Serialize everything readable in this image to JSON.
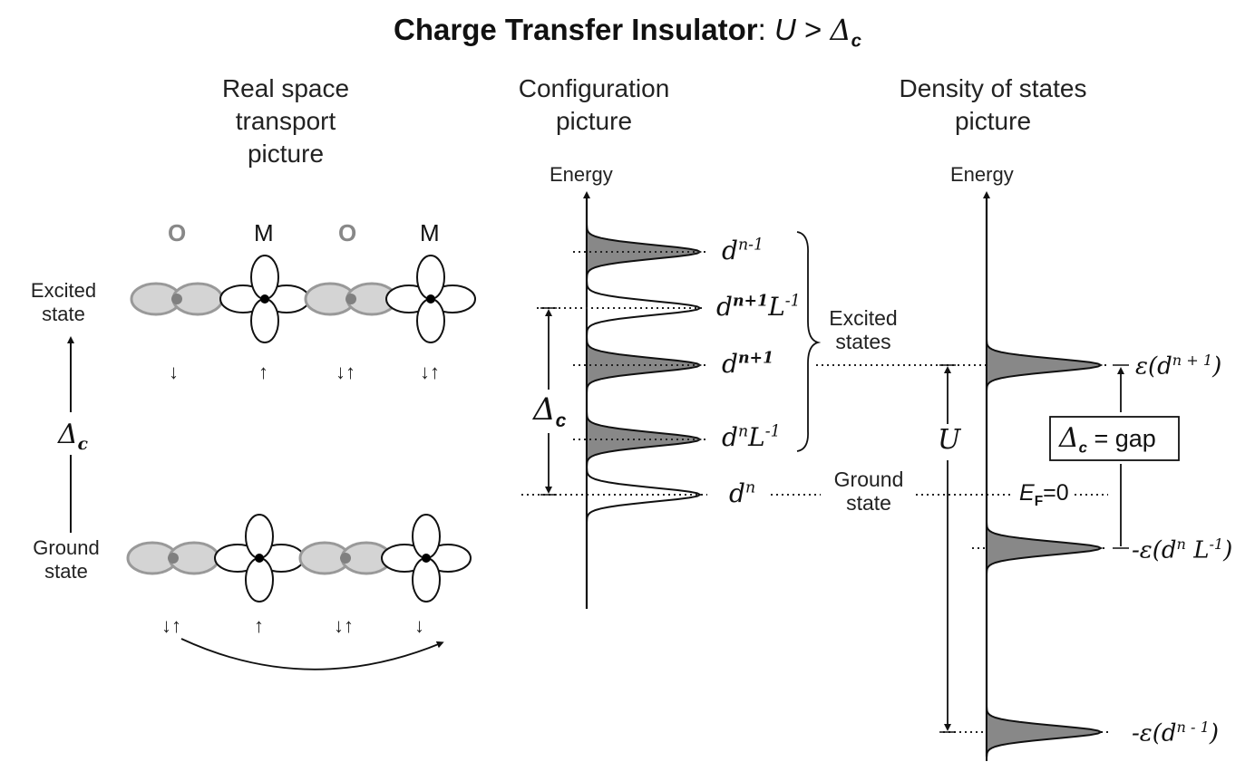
{
  "title": {
    "bold": "Charge Transfer Insulator",
    "colon": ":",
    "U": "U",
    "gt": " > ",
    "delta": "Δ",
    "delta_sub": "c"
  },
  "headers": {
    "real_space": [
      "Real space",
      "transport",
      "picture"
    ],
    "configuration": [
      "Configuration",
      "picture"
    ],
    "dos": [
      "Density of states",
      "picture"
    ]
  },
  "left": {
    "atoms": [
      "O",
      "M",
      "O",
      "M"
    ],
    "excited_state": [
      "Excited",
      "state"
    ],
    "ground_state": [
      "Ground",
      "state"
    ],
    "delta": "Δ",
    "delta_sub": "c",
    "excited_spins": [
      "↓",
      "↑",
      "↓↑",
      "↓↑"
    ],
    "ground_spins": [
      "↓↑",
      "↑",
      "↓↑",
      "↓"
    ]
  },
  "middle": {
    "energy": "Energy",
    "delta": "Δ",
    "delta_sub": "c",
    "levels": [
      {
        "base": "d",
        "sup": "n-1",
        "L": "",
        "Lsup": ""
      },
      {
        "base": "d",
        "sup": "n+1",
        "L": "L",
        "Lsup": "-1"
      },
      {
        "base": "d",
        "sup": "n+1",
        "L": "",
        "Lsup": ""
      },
      {
        "base": "d",
        "sup": "n",
        "L": "L",
        "Lsup": "-1"
      },
      {
        "base": "d",
        "sup": "n",
        "L": "",
        "Lsup": ""
      }
    ],
    "excited_states": [
      "Excited",
      "states"
    ],
    "ground_state": [
      "Ground",
      "state"
    ]
  },
  "right": {
    "energy": "Energy",
    "U": "U",
    "ef": {
      "E": "E",
      "sub": "F",
      "rest": "=0"
    },
    "gap_box": {
      "delta": "Δ",
      "sub": "c",
      "rest": " = gap"
    },
    "peaks": [
      {
        "prefix": "ε(",
        "base": "d",
        "sup": "n + 1",
        "L": "",
        "Lsup": "",
        "suffix": ")"
      },
      {
        "prefix": "-ε(",
        "base": "d",
        "sup": "n",
        "L": " L",
        "Lsup": "-1",
        "suffix": ")"
      },
      {
        "prefix": "-ε(",
        "base": "d",
        "sup": "n - 1",
        "L": "",
        "Lsup": "",
        "suffix": ")"
      }
    ]
  },
  "colors": {
    "peak_fill": "#888888",
    "oxygen_fill": "#d4d4d4",
    "oxygen_stroke": "#999999",
    "oxygen_center": "#808080",
    "line": "#111111"
  }
}
